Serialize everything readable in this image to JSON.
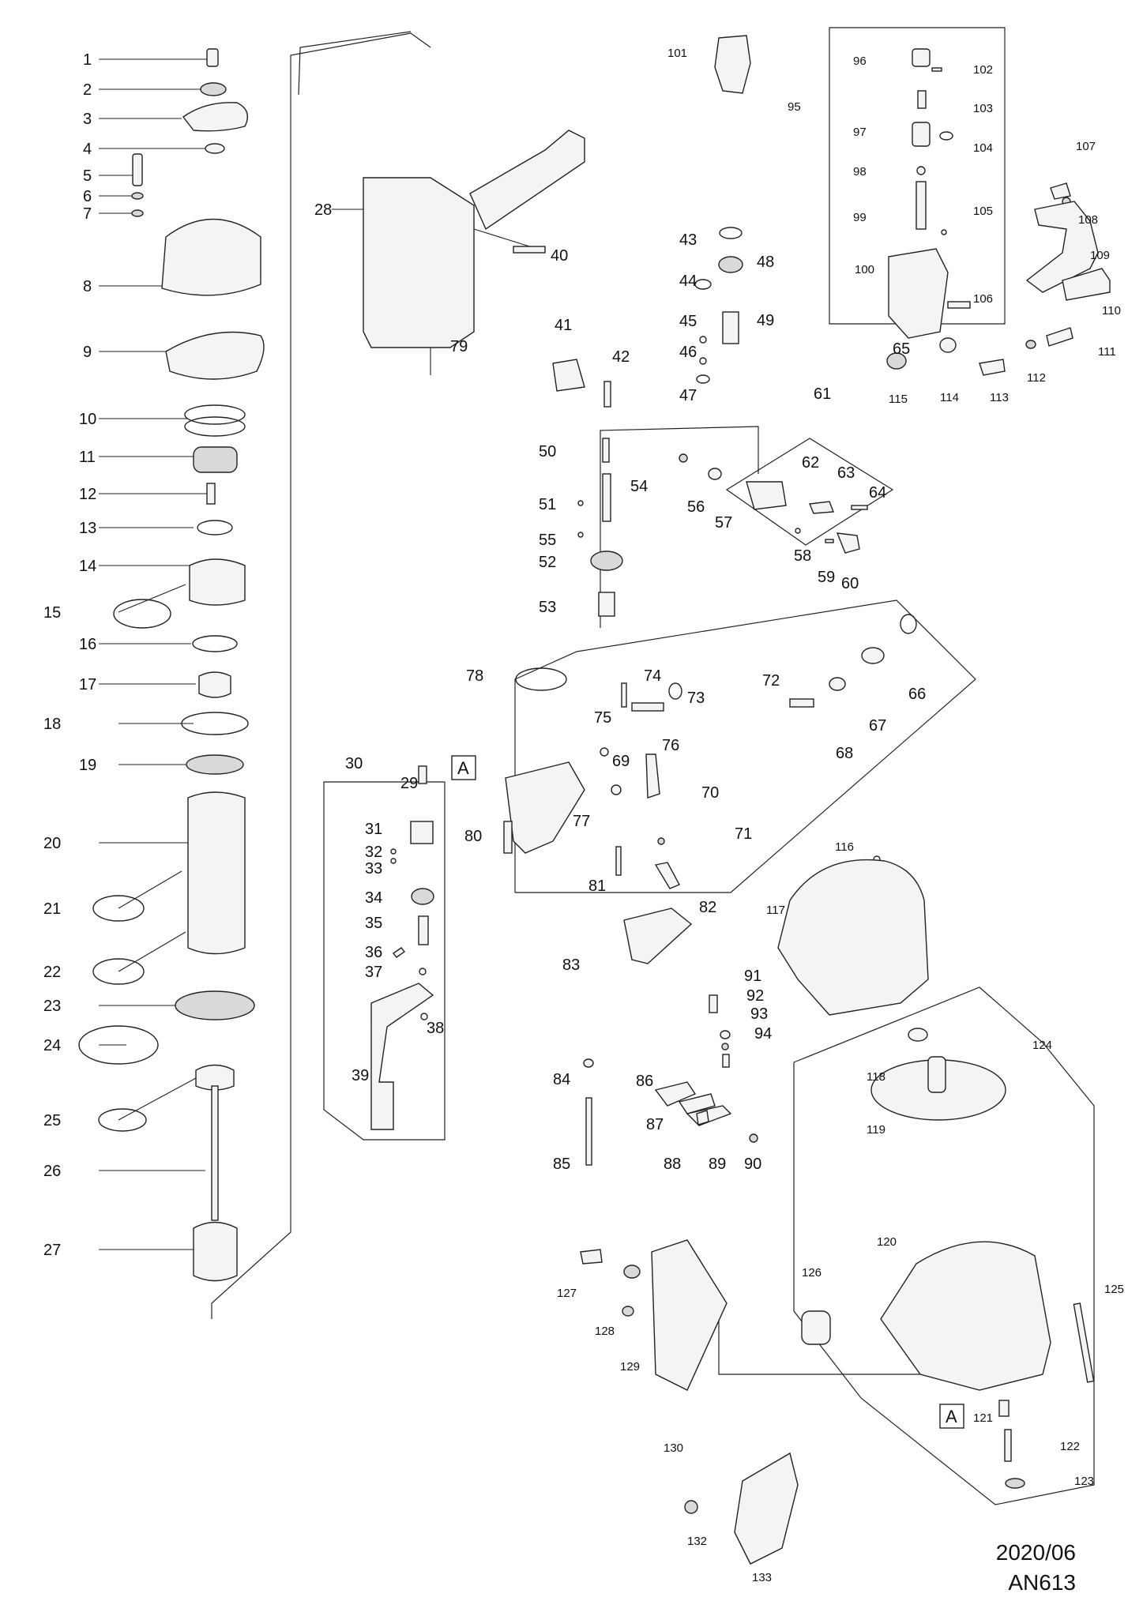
{
  "diagram": {
    "ref_marker": "A",
    "date": "2020/06",
    "model": "AN613",
    "callouts": [
      "1",
      "2",
      "3",
      "4",
      "5",
      "6",
      "7",
      "8",
      "9",
      "10",
      "11",
      "12",
      "13",
      "14",
      "15",
      "16",
      "17",
      "18",
      "19",
      "20",
      "21",
      "22",
      "23",
      "24",
      "25",
      "26",
      "27",
      "28",
      "29",
      "30",
      "31",
      "32",
      "33",
      "34",
      "35",
      "36",
      "37",
      "38",
      "39",
      "40",
      "41",
      "42",
      "43",
      "44",
      "45",
      "46",
      "47",
      "48",
      "49",
      "50",
      "51",
      "52",
      "53",
      "54",
      "55",
      "56",
      "57",
      "58",
      "59",
      "60",
      "61",
      "62",
      "63",
      "64",
      "65",
      "66",
      "67",
      "68",
      "69",
      "70",
      "71",
      "72",
      "73",
      "74",
      "75",
      "76",
      "77",
      "78",
      "79",
      "80",
      "81",
      "82",
      "83",
      "84",
      "85",
      "86",
      "87",
      "88",
      "89",
      "90",
      "91",
      "92",
      "93",
      "94",
      "95",
      "96",
      "97",
      "98",
      "99",
      "100",
      "101",
      "102",
      "103",
      "104",
      "105",
      "106",
      "107",
      "108",
      "109",
      "110",
      "111",
      "112",
      "113",
      "114",
      "115",
      "116",
      "117",
      "118",
      "119",
      "120",
      "121",
      "122",
      "123",
      "124",
      "125",
      "126",
      "127",
      "128",
      "129",
      "130",
      "132",
      "133"
    ]
  }
}
